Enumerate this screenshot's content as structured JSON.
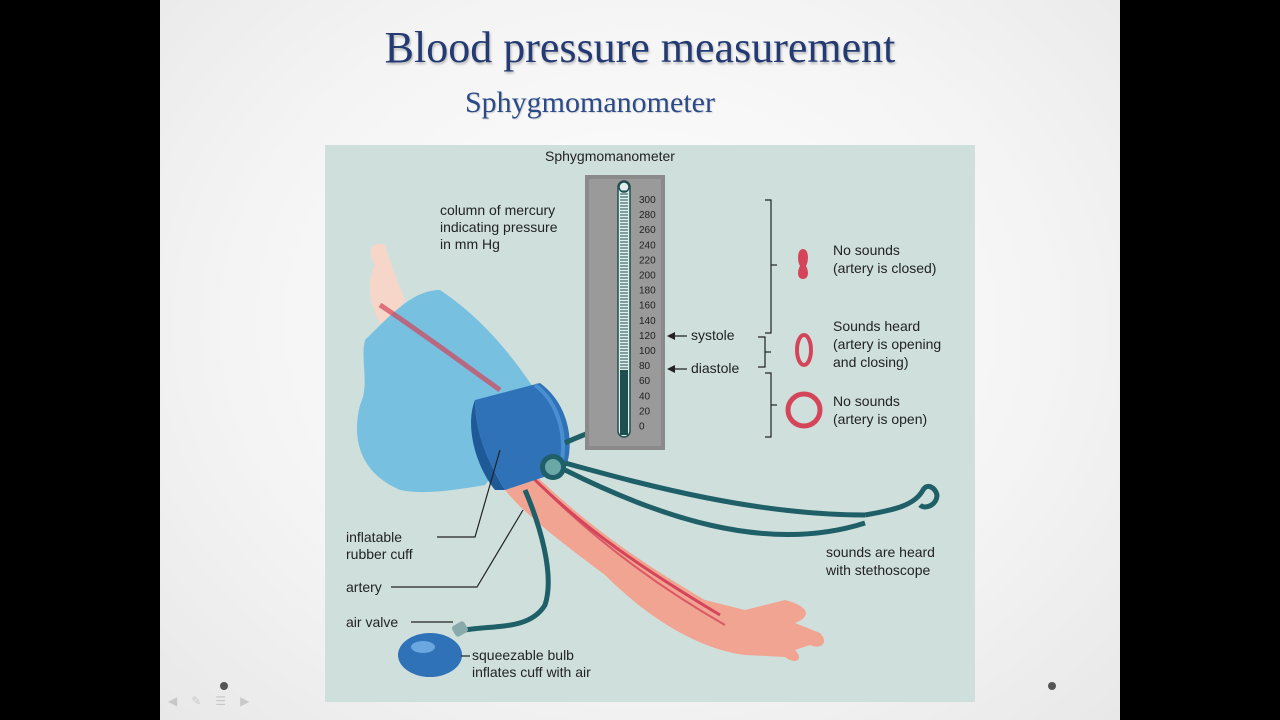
{
  "slide": {
    "title": "Blood pressure measurement",
    "subtitle": "Sphygmomanometer"
  },
  "diagram": {
    "heading": "Sphygmomanometer",
    "scale": [
      "300",
      "280",
      "260",
      "240",
      "220",
      "200",
      "180",
      "160",
      "140",
      "120",
      "100",
      "80",
      "60",
      "40",
      "20",
      "0"
    ],
    "labels": {
      "mercury_1": "column of mercury",
      "mercury_2": "indicating pressure",
      "mercury_3": "in mm Hg",
      "systole": "systole",
      "diastole": "diastole",
      "closed_1": "No sounds",
      "closed_2": "(artery is closed)",
      "heard_1": "Sounds heard",
      "heard_2": "(artery is opening",
      "heard_3": "and closing)",
      "open_1": "No sounds",
      "open_2": "(artery is open)",
      "cuff_1": "inflatable",
      "cuff_2": "rubber cuff",
      "artery": "artery",
      "air_valve": "air valve",
      "bulb_1": "squeezable bulb",
      "bulb_2": "inflates cuff with air",
      "steth_1": "sounds are heard",
      "steth_2": "with stethoscope"
    },
    "colors": {
      "background": "#cfe0dc",
      "mercury": "#1f4f4f",
      "cuff": "#2f72b8",
      "tube": "#1f5f68",
      "arm": "#f2a493",
      "artery": "#d4455a",
      "shirt": "#77c0e0"
    }
  }
}
